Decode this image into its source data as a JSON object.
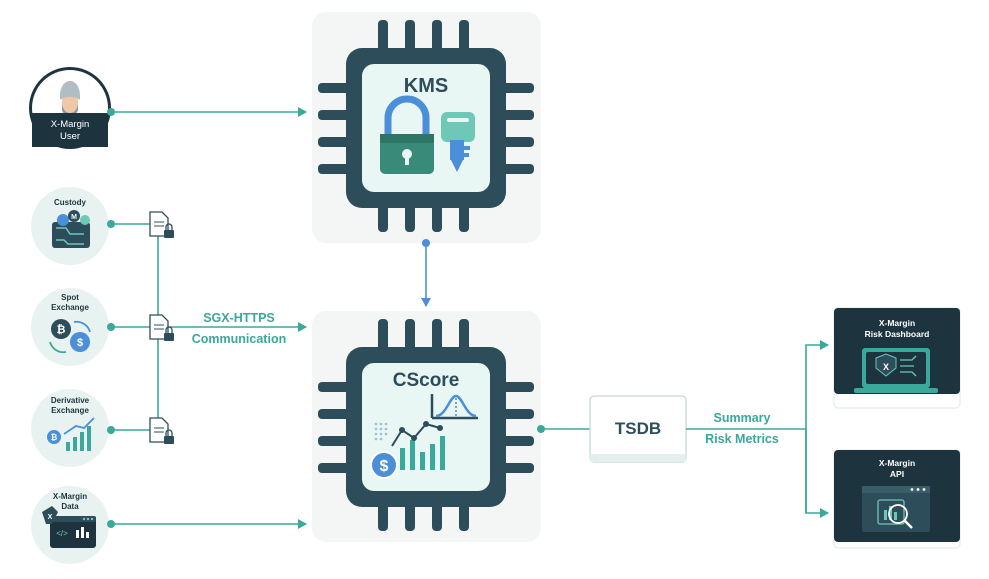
{
  "sources": {
    "user": {
      "line1": "X-Margin",
      "line2": "User"
    },
    "custody": {
      "line1": "Custody"
    },
    "spot": {
      "line1": "Spot",
      "line2": "Exchange"
    },
    "derivative": {
      "line1": "Derivative",
      "line2": "Exchange"
    },
    "xdata": {
      "line1": "X-Margin",
      "line2": "Data"
    }
  },
  "chips": {
    "kms": {
      "label": "KMS"
    },
    "cscore": {
      "label": "CScore"
    }
  },
  "connection": {
    "line1": "SGX-HTTPS",
    "line2": "Communication"
  },
  "tsdb": {
    "label": "TSDB"
  },
  "metrics": {
    "line1": "Summary",
    "line2": "Risk Metrics"
  },
  "outputs": {
    "dashboard": {
      "line1": "X-Margin",
      "line2": "Risk Dashboard"
    },
    "api": {
      "line1": "X-Margin",
      "line2": "API"
    }
  },
  "colors": {
    "teal": "#3aa89a",
    "blue": "#4a8fd8",
    "chip_dark": "#2e4d5a",
    "chip_inner": "#e8f6f4",
    "panel": "#f4f6f6",
    "card_dark": "#1d343f"
  }
}
